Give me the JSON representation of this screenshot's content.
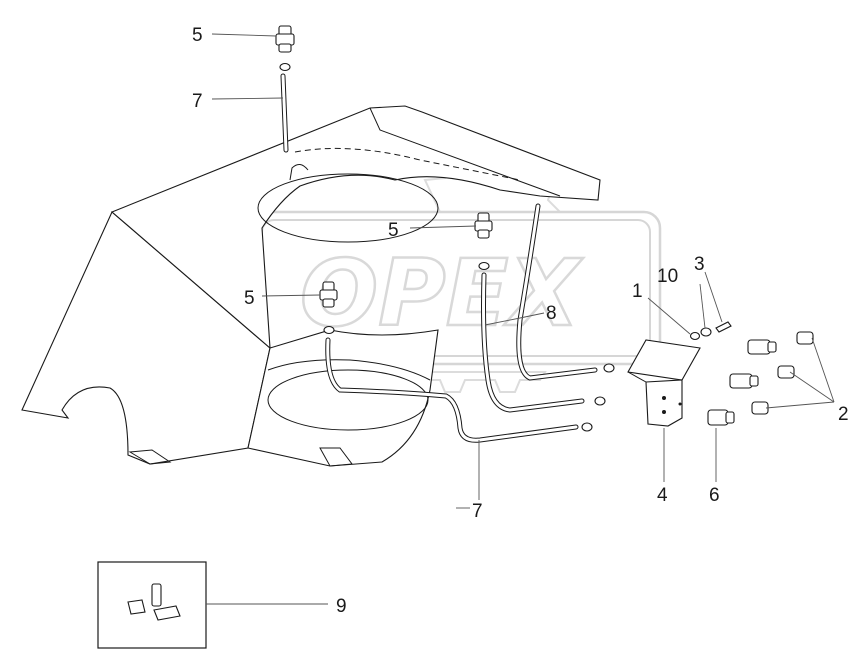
{
  "watermark": {
    "text": "OPEX"
  },
  "callouts": [
    {
      "id": "c5a",
      "label": "5"
    },
    {
      "id": "c7a",
      "label": "7"
    },
    {
      "id": "c5b",
      "label": "5"
    },
    {
      "id": "c5c",
      "label": "5"
    },
    {
      "id": "c8",
      "label": "8"
    },
    {
      "id": "c1",
      "label": "1"
    },
    {
      "id": "c10",
      "label": "10"
    },
    {
      "id": "c3",
      "label": "3"
    },
    {
      "id": "c2",
      "label": "2"
    },
    {
      "id": "c4",
      "label": "4"
    },
    {
      "id": "c6",
      "label": "6"
    },
    {
      "id": "c7b",
      "label": "7"
    },
    {
      "id": "c9",
      "label": "9"
    }
  ]
}
